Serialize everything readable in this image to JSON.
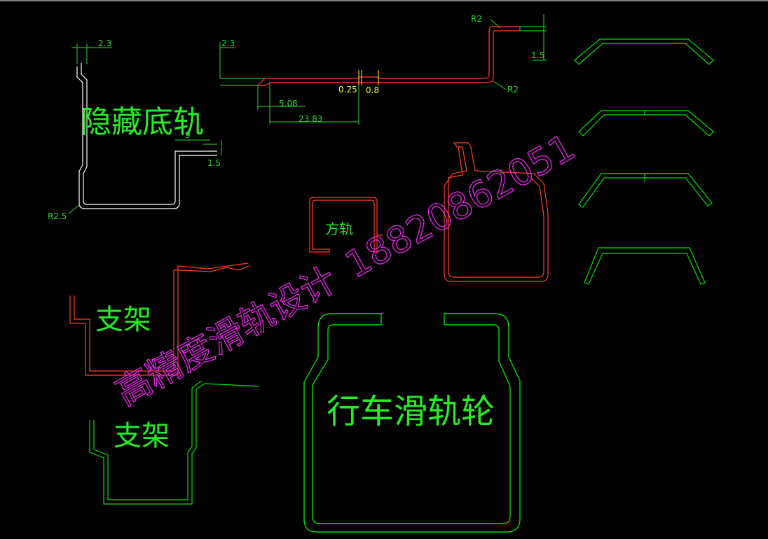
{
  "labels": {
    "hidden_rail": "隐藏底轨",
    "square_rail": "方轨",
    "bracket_1": "支架",
    "bracket_2": "支架",
    "crane_rail_wheel": "行车滑轨轮",
    "watermark_text": "高精度滑轨设计",
    "watermark_phone": "18820862051"
  },
  "dimensions": {
    "d_2_3_left": "2.3",
    "d_2_3_mid": "2.3",
    "d_r2_top": "R2",
    "d_1_5_top": "1.5",
    "d_r2_right": "R2",
    "d_0_25": "0.25",
    "d_0_8": "0.8",
    "d_5_08": "5.08",
    "d_23_83": "23.83",
    "d_9": "9",
    "d_1_5_left": "1.5",
    "d_r2_5": "R2.5"
  },
  "colors": {
    "background": "#000000",
    "white": "#ffffff",
    "red": "#ff4020",
    "green": "#00e000",
    "label_green": "#22ee22",
    "dim_green": "#22dd22",
    "yellow": "#ffff00",
    "magenta": "#ee22ee"
  }
}
